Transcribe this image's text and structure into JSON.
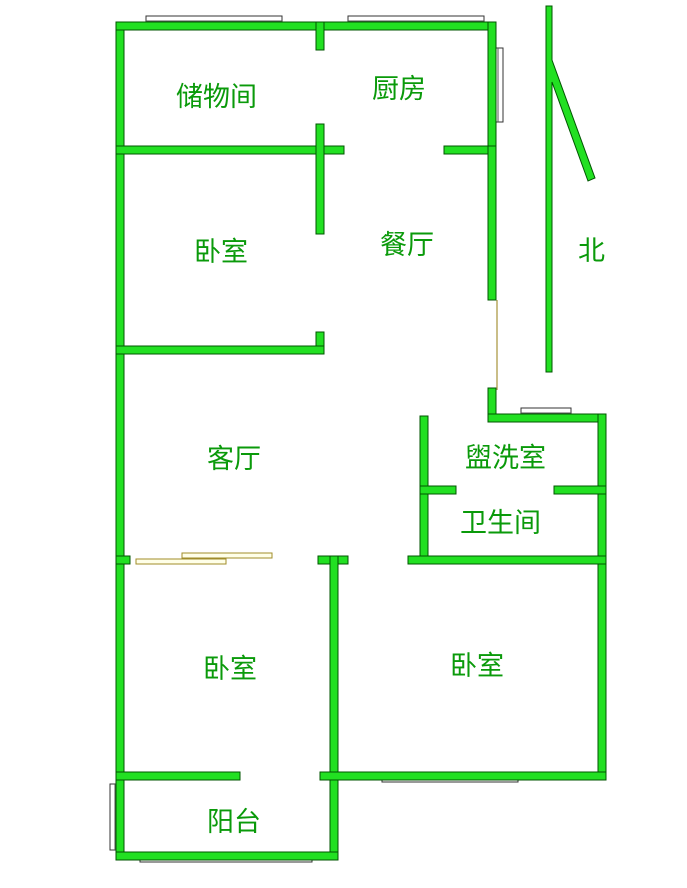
{
  "rooms": {
    "storage": "储物间",
    "kitchen": "厨房",
    "dining": "餐厅",
    "bedroom_nw": "卧室",
    "living": "客厅",
    "washroom": "盥洗室",
    "toilet": "卫生间",
    "bedroom_sw": "卧室",
    "bedroom_se": "卧室",
    "balcony": "阳台"
  },
  "compass": {
    "label": "北"
  },
  "colors": {
    "wall": "#22e022",
    "label": "#0a9a0a"
  }
}
